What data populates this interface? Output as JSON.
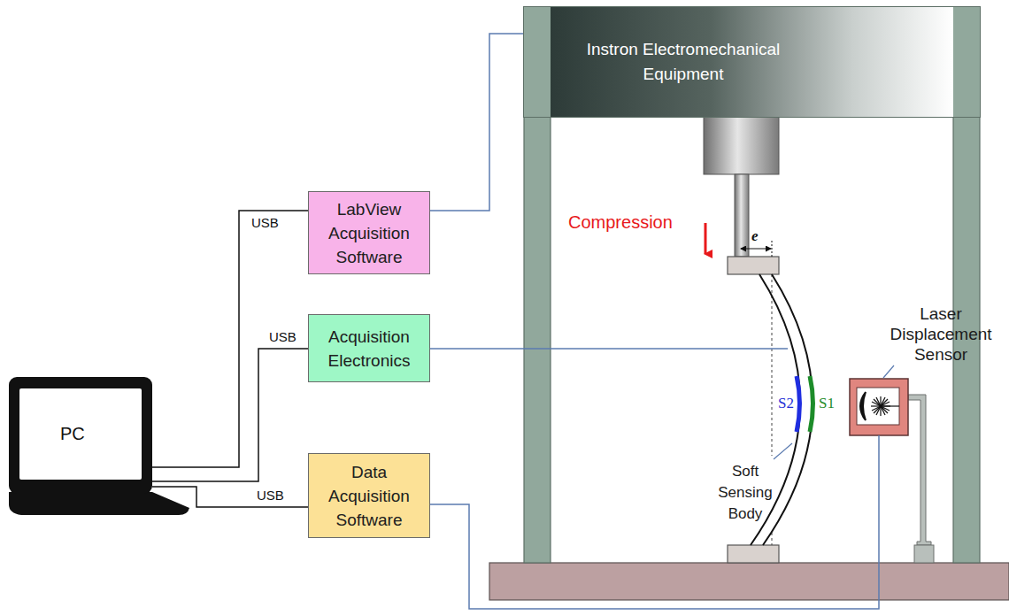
{
  "diagram": {
    "nodes": [
      {
        "text": [
          "Instron Electromechanical Equipment"
        ]
      },
      {
        "text": [
          "LabView Acquisition Software"
        ]
      },
      {
        "text": [
          "Acquisition Electronics"
        ]
      },
      {
        "text": [
          "PC"
        ]
      },
      {
        "text": [
          "Data Acquisition Software"
        ]
      },
      {
        "text": [
          "Laser Displacement Sensor"
        ]
      }
    ],
    "edges": [
      {
        "from": 3,
        "to": 1,
        "arrow": "none",
        "label": "USB"
      },
      {
        "from": 3,
        "to": 2,
        "arrow": "none",
        "label": "USB"
      },
      {
        "from": 3,
        "to": 4,
        "arrow": "none",
        "label": "USB"
      },
      {
        "from": 1,
        "to": 0,
        "arrow": "none"
      },
      {
        "from": 4,
        "to": 5,
        "arrow": "none"
      }
    ],
    "labels": [
      "Compression",
      "e",
      "S2",
      "S1",
      "Soft Sensing Body"
    ]
  }
}
